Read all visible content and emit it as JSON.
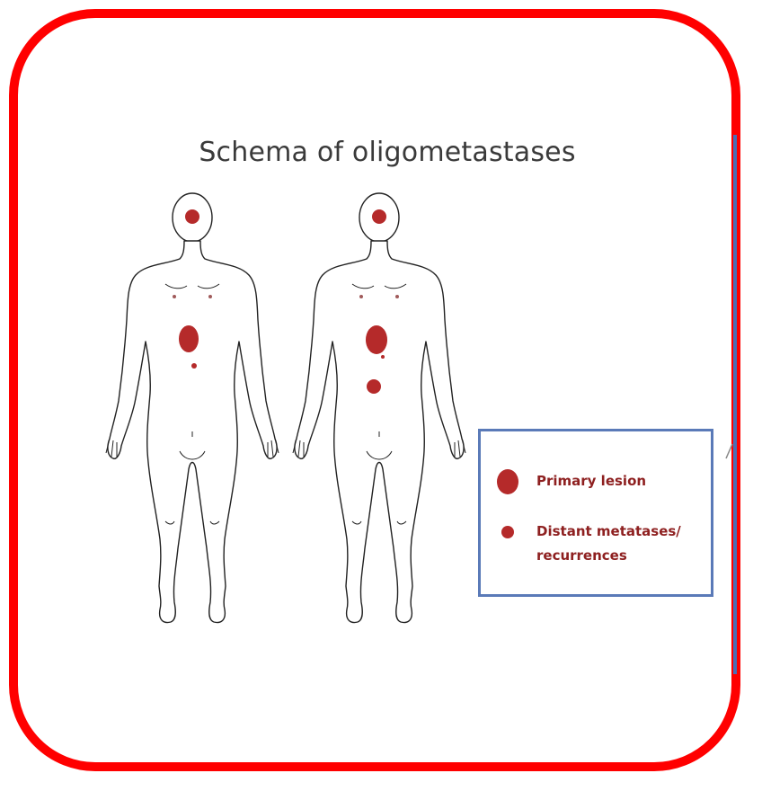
{
  "title": "Schema of oligometastases",
  "legend": {
    "primary_label": "Primary lesion",
    "metastases_label_line1": "Distant metatases/",
    "metastases_label_line2": "recurrences"
  },
  "colors": {
    "frame": "#ff0000",
    "lesion": "#b52a2a",
    "legend_text": "#8e2020",
    "legend_border": "#5a7ab8",
    "divider": "#4a6fb5"
  }
}
